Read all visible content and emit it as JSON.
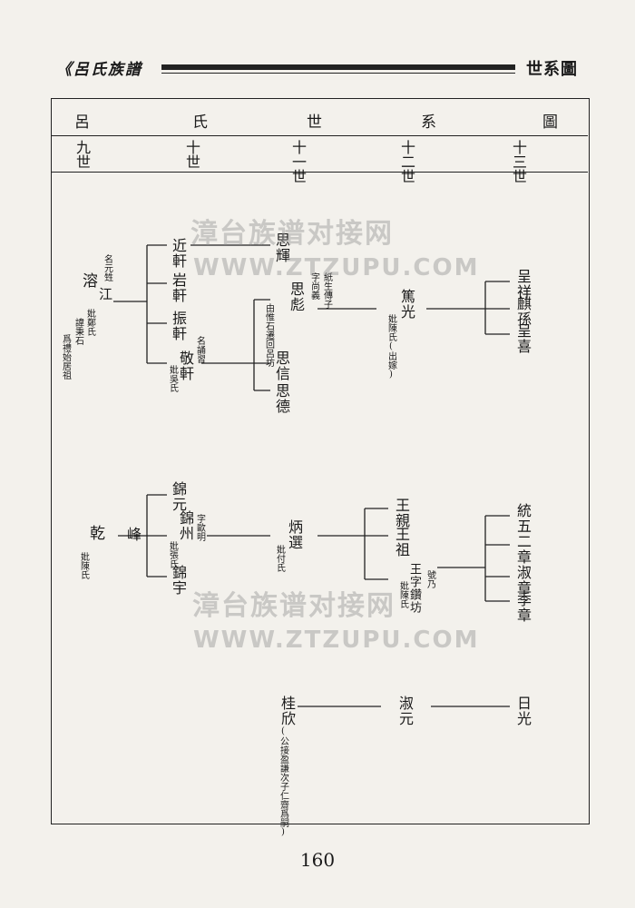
{
  "header": {
    "book_title": "《呂氏族譜",
    "section_title": "世系圖"
  },
  "table_title": [
    "呂",
    "氏",
    "世",
    "系",
    "圖"
  ],
  "generations": [
    "九世",
    "十世",
    "十一世",
    "十二世",
    "十三世"
  ],
  "watermark": {
    "cn": "漳台族谱对接网",
    "en": "WWW.ZTZUPU.COM"
  },
  "page_number": "160",
  "persons": {
    "rong": "溶",
    "rong_note1": "名元甡",
    "rong_note2": "江",
    "rong_note3": "妣鄭氏",
    "rong_note4": "諱秉石",
    "rong_note5": "爲禮始居祖",
    "jinxuan": "近軒",
    "yanxuan": "岩軒",
    "zhenxuan": "振軒",
    "jingxuan": "敬軒",
    "jingxuan_note1": "名誦習",
    "jingxuan_note2": "妣吳氏",
    "sihui": "思輝",
    "sibiao": "思彪",
    "sibiao_note1": "字尚義",
    "sibiao_note2": "紙生傳子",
    "sibiao_note3": "由惟石遷回呂坊",
    "sixin": "思信",
    "side": "思德",
    "zhuguang": "篤光",
    "zhuguang_note": "妣陳氏(出嫁)",
    "chengxiang": "呈祥",
    "qilin": "麒孫",
    "chengxi": "呈喜",
    "qian": "乾",
    "qian_note": "妣陳氏",
    "feng": "峰",
    "jinyuan": "錦元",
    "jinzhou": "錦州",
    "jinzhou_note1": "字歐明",
    "jinzhou_note2": "妣張氏",
    "jinyu": "錦宇",
    "bingxuan": "炳選",
    "bingxuan_note": "妣付氏",
    "wangqin": "王親",
    "wangzu": "王祖",
    "wangfang": "王字鑽坊",
    "wangfang_note1": "妣陳氏",
    "wangfang_note2": "號乃",
    "tongwu": "統五",
    "erzhang": "二章",
    "shuzhang": "淑章",
    "jizhang": "季章",
    "guixin": "桂欣",
    "guixin_note": "(公接盈謙次子仁齋爲嗣)",
    "shuyuan": "淑元",
    "riguang": "日光"
  }
}
